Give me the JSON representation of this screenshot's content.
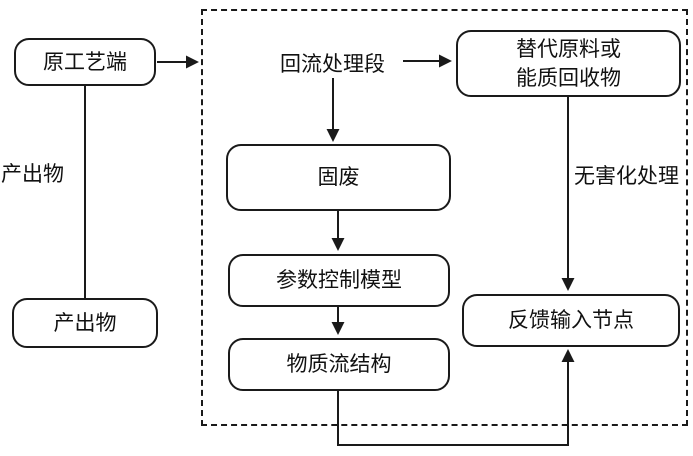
{
  "diagram": {
    "nodes": {
      "original_process": "原工艺端",
      "reflux_section": "回流处理段",
      "alternative_recovery": "替代原料或\n能质回收物",
      "solid_waste": "固废",
      "parameter_control_model": "参数控制模型",
      "material_flow_structure": "物质流结构",
      "feedback_input_node": "反馈输入节点",
      "output_box": "产出物"
    },
    "edge_labels": {
      "output": "产出物",
      "harmless_treatment": "无害化处理"
    },
    "colors": {
      "line": "#1a1a1a",
      "background": "#ffffff",
      "text": "#111111"
    }
  }
}
